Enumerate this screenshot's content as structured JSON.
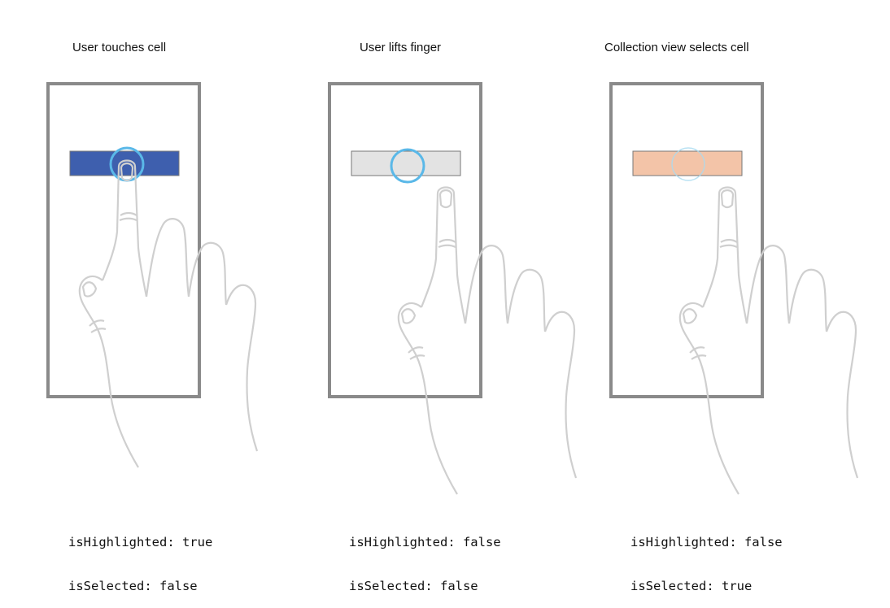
{
  "panels": [
    {
      "title": "User touches cell",
      "cell_color": "#3e5fae",
      "ring_color": "#5ab8e8",
      "ring_opacity": 1.0,
      "states": [
        {
          "key": "isHighlighted",
          "value": "true"
        },
        {
          "key": "isSelected",
          "value": "false"
        }
      ],
      "state_lines": [
        "isHighlighted: true",
        "isSelected: false"
      ]
    },
    {
      "title": "User lifts finger",
      "cell_color": "#e3e3e3",
      "ring_color": "#5ab8e8",
      "ring_opacity": 1.0,
      "states": [
        {
          "key": "isHighlighted",
          "value": "false"
        },
        {
          "key": "isSelected",
          "value": "false"
        }
      ],
      "state_lines": [
        "isHighlighted: false",
        "isSelected: false"
      ]
    },
    {
      "title": "Collection view selects cell",
      "cell_color": "#f3c4a8",
      "ring_color": "#a9dbf0",
      "ring_opacity": 0.8,
      "states": [
        {
          "key": "isHighlighted",
          "value": "false"
        },
        {
          "key": "isSelected",
          "value": "true"
        }
      ],
      "state_lines": [
        "isHighlighted: false",
        "isSelected: true"
      ]
    }
  ],
  "colors": {
    "device_frame": "#8a8a8a",
    "hand_outline": "#cfcfcf",
    "cell_border": "#777777"
  },
  "icons": [
    "hand-icon",
    "device-frame",
    "touch-ring"
  ]
}
